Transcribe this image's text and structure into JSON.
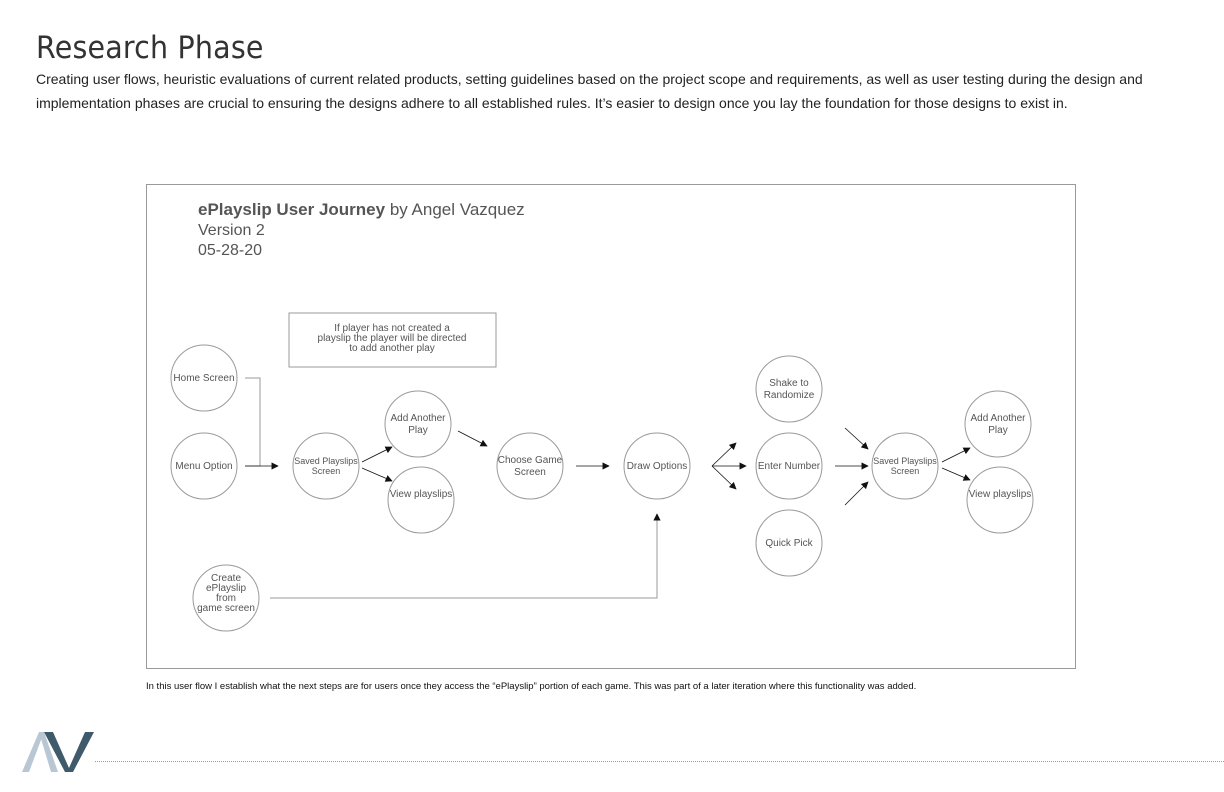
{
  "page": {
    "title": "Research Phase",
    "intro": "Creating user flows, heuristic evaluations of current related products, setting guidelines based on the project scope and requirements, as well as user testing during the design and implementation phases are crucial to ensuring the designs adhere to all established rules. It’s easier to design once you lay the foundation for those designs to exist in.",
    "caption": "In this user flow I establish what the next steps are for users once they access the “ePlayslip” portion of each game. This was part of a later iteration where this functionality was added."
  },
  "diagram": {
    "title_bold": "ePlayslip User Journey",
    "title_author": " by Angel Vazquez",
    "version": "Version  2",
    "date": "05-28-20",
    "note_lines": [
      "If player has not created a",
      "playslip the player will be directed",
      "to add another play"
    ],
    "nodes": [
      {
        "id": "home",
        "lines": [
          "Home Screen"
        ]
      },
      {
        "id": "menu",
        "lines": [
          "Menu Option"
        ]
      },
      {
        "id": "saved1",
        "lines": [
          "Saved Playslips",
          "Screen"
        ]
      },
      {
        "id": "add1",
        "lines": [
          "Add Another",
          "Play"
        ]
      },
      {
        "id": "view1",
        "lines": [
          "View  playslips"
        ]
      },
      {
        "id": "choose",
        "lines": [
          "Choose Game",
          "Screen"
        ]
      },
      {
        "id": "draw",
        "lines": [
          "Draw Options"
        ]
      },
      {
        "id": "shake",
        "lines": [
          "Shake to",
          "Randomize"
        ]
      },
      {
        "id": "enter",
        "lines": [
          "Enter Number"
        ]
      },
      {
        "id": "quick",
        "lines": [
          "Quick Pick"
        ]
      },
      {
        "id": "saved2",
        "lines": [
          "Saved Playslips",
          "Screen"
        ]
      },
      {
        "id": "add2",
        "lines": [
          "Add Another",
          "Play"
        ]
      },
      {
        "id": "view2",
        "lines": [
          "View  playslips"
        ]
      },
      {
        "id": "create",
        "lines": [
          "Create",
          "ePlayslip",
          "from",
          "game screen"
        ]
      }
    ]
  },
  "logo": {
    "text": "AV",
    "colors": {
      "light": "#b8c7d3",
      "dark": "#3f5a6b"
    }
  },
  "colors": {
    "line": "#9a9a9a",
    "arrow": "#111111",
    "text": "#555555"
  }
}
